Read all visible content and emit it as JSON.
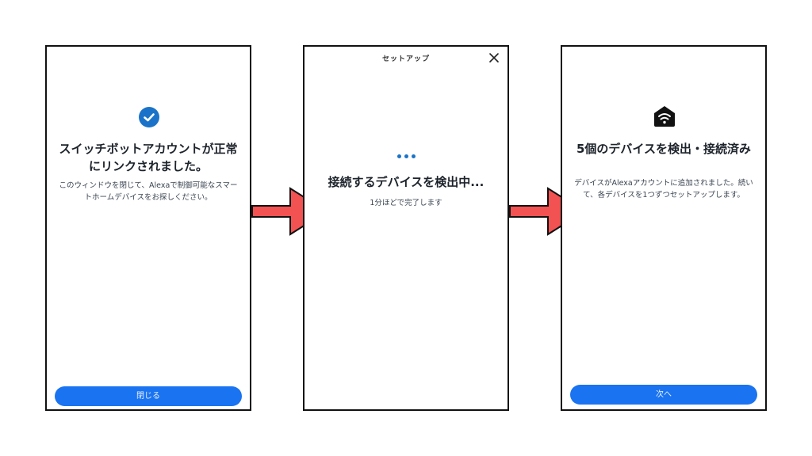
{
  "panel1": {
    "icon": "check-circle-icon",
    "title": "スイッチボットアカウントが正常にリンクされました。",
    "body": "このウィンドウを閉じて、Alexaで制御可能なスマートホームデバイスをお探しください。",
    "close_button": "閉じる"
  },
  "panel2": {
    "header_title": "セットアップ",
    "close_icon": "x-icon",
    "loading_icon": "loading-dots-icon",
    "title": "接続するデバイスを検出中...",
    "body": "1分ほどで完了します"
  },
  "panel3": {
    "icon": "smart-home-wifi-icon",
    "title": "5個のデバイスを検出・接続済み",
    "body": "デバイスがAlexaアカウントに追加されました。続いて、各デバイスを1つずつセットアップします。",
    "next_button": "次へ"
  },
  "arrows": [
    {
      "icon": "right-arrow-icon",
      "color": "#f25252"
    },
    {
      "icon": "right-arrow-icon",
      "color": "#f25252"
    }
  ],
  "colors": {
    "accent_blue": "#1a73f0",
    "icon_blue": "#1a73c8",
    "arrow_red": "#f25252"
  }
}
